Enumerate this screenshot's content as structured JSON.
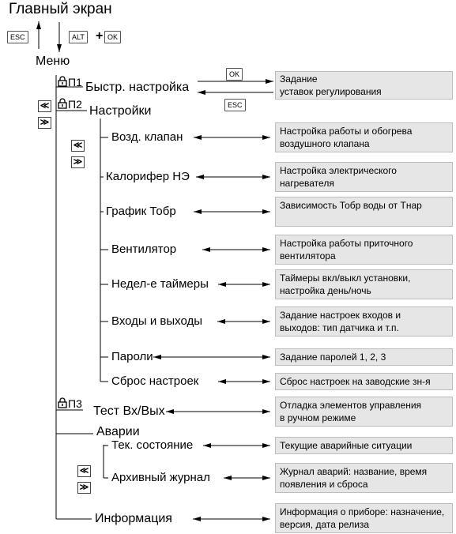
{
  "header": {
    "title": "Главный экран",
    "esc_key": "ESC",
    "alt_key": "ALT",
    "plus": "+",
    "ok_key": "OK",
    "menu_label": "Меню"
  },
  "levels": {
    "p1": "П1",
    "p2": "П2",
    "p3": "П3"
  },
  "keys": {
    "ok": "OK",
    "esc": "ESC"
  },
  "nav": {
    "up": "≪",
    "down": "≫"
  },
  "items": {
    "quick_setup": "Быстр. настройка",
    "settings": "Настройки",
    "air_valve": "Возд. клапан",
    "heater": "Калорифер НЭ",
    "schedule": "График Тобр",
    "fan": "Вентилятор",
    "timers": "Недел-е таймеры",
    "io": "Входы и выходы",
    "passwords": "Пароли",
    "reset": "Сброс настроек",
    "test_io": "Тест Вх/Вых",
    "alarms": "Аварии",
    "current_state": "Тек. состояние",
    "archive": "Архивный журнал",
    "info": "Информация"
  },
  "descriptions": {
    "quick_setup": [
      "Задание",
      "уставок регулирования"
    ],
    "air_valve": [
      "Настройка работы и обогрева",
      "воздушного клапана"
    ],
    "heater": [
      "Настройка электрического",
      "нагревателя"
    ],
    "schedule": [
      "Зависимость Тобр воды от Тнар"
    ],
    "fan": [
      "Настройка работы приточного",
      "вентилятора"
    ],
    "timers": [
      "Таймеры вкл/выкл установки,",
      "настройка день/ночь"
    ],
    "io": [
      "Задание настроек входов и",
      "выходов: тип датчика и т.п."
    ],
    "passwords": [
      "Задание паролей 1, 2, 3"
    ],
    "reset": [
      "Сброс настроек на заводские зн-я"
    ],
    "test_io": [
      "Отладка элементов управления",
      "в ручном режиме"
    ],
    "current_state": [
      "Текущие аварийные ситуации"
    ],
    "archive": [
      "Журнал аварий: название, время",
      "появления и сброса"
    ],
    "info": [
      "Информация о приборе: назначение,",
      "версия, дата релиза"
    ]
  }
}
